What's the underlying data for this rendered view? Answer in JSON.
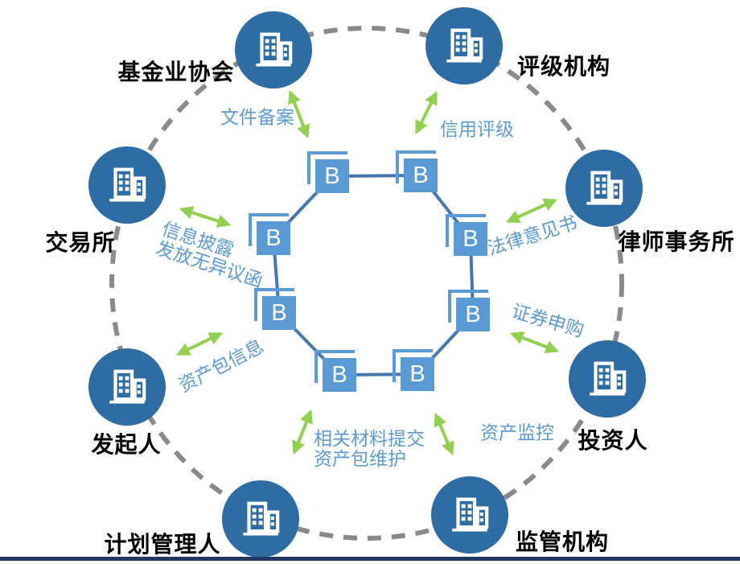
{
  "diagram": {
    "type": "blockchain-ecosystem-ring",
    "blockchain": {
      "node_letter": "B",
      "node_count": 8
    },
    "entities": [
      {
        "name": "fund-industry-association",
        "label": "基金业协会"
      },
      {
        "name": "rating-agency",
        "label": "评级机构"
      },
      {
        "name": "law-firm",
        "label": "律师事务所"
      },
      {
        "name": "investor",
        "label": "投资人"
      },
      {
        "name": "regulator",
        "label": "监管机构"
      },
      {
        "name": "plan-manager",
        "label": "计划管理人"
      },
      {
        "name": "originator",
        "label": "发起人"
      },
      {
        "name": "exchange",
        "label": "交易所"
      }
    ],
    "flows": [
      {
        "name": "document-filing",
        "label": "文件备案"
      },
      {
        "name": "credit-rating",
        "label": "信用评级"
      },
      {
        "name": "legal-opinion",
        "label": "法律意见书"
      },
      {
        "name": "securities-subscription",
        "label": "证券申购"
      },
      {
        "name": "asset-monitoring",
        "label": "资产监控"
      },
      {
        "name": "materials-submission",
        "line1": "相关材料提交",
        "line2": "资产包维护"
      },
      {
        "name": "asset-package-info",
        "label": "资产包信息"
      },
      {
        "name": "information-disclosure",
        "line1": "信息披露",
        "line2": "发放无异议函"
      }
    ],
    "colors": {
      "entity_circle": "#2E6DA4",
      "block_fill": "#5B9BD5",
      "block_connector": "#4677AE",
      "arrow_green": "#92D050",
      "flow_text": "#5B9BD5",
      "dashed_ring": "#8A8A8A",
      "entity_text": "#000000",
      "bottom_bar": "#1F3864"
    }
  }
}
